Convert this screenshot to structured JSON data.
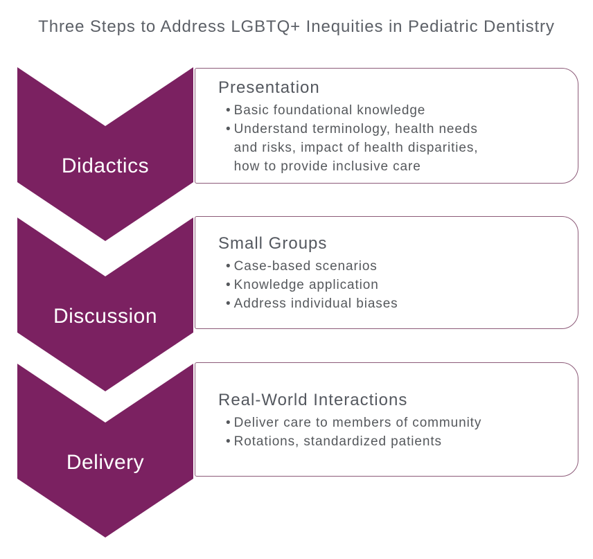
{
  "title": "Three Steps to Address LGBTQ+ Inequities in Pediatric Dentistry",
  "colors": {
    "chevron_fill": "#7B2161",
    "panel_border": "#8C5A78",
    "title_text": "#5C6067",
    "heading_text": "#54585F",
    "body_text": "#55585C",
    "label_text": "#FFFFFF"
  },
  "steps": [
    {
      "label": "Didactics",
      "panel": {
        "heading": "Presentation",
        "bullets": [
          {
            "lines": [
              "Basic foundational knowledge"
            ]
          },
          {
            "lines": [
              "Understand terminology, health needs",
              "and risks, impact of health disparities,",
              "how to provide inclusive care"
            ]
          }
        ]
      }
    },
    {
      "label": "Discussion",
      "panel": {
        "heading": "Small Groups",
        "bullets": [
          {
            "lines": [
              "Case-based scenarios"
            ]
          },
          {
            "lines": [
              "Knowledge application"
            ]
          },
          {
            "lines": [
              "Address individual biases"
            ]
          }
        ]
      }
    },
    {
      "label": "Delivery",
      "panel": {
        "heading": "Real-World Interactions",
        "bullets": [
          {
            "lines": [
              "Deliver care to members of community"
            ]
          },
          {
            "lines": [
              "Rotations, standardized patients"
            ]
          }
        ]
      }
    }
  ]
}
